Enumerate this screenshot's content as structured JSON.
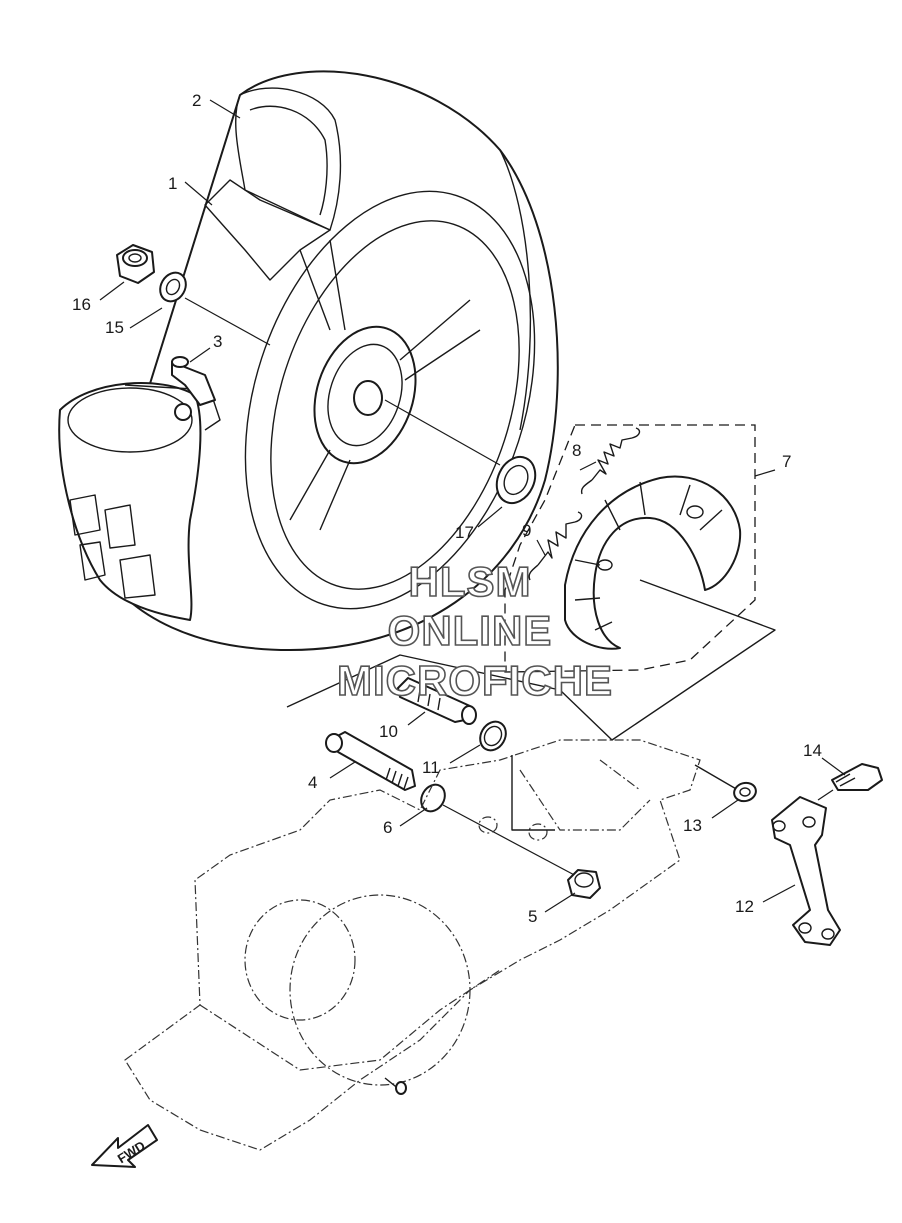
{
  "watermark": {
    "line1": "HLSM",
    "line2": "ONLINE",
    "line3": "MICROFICHE"
  },
  "direction_arrow": {
    "label": "FWD"
  },
  "callouts": [
    "1",
    "2",
    "3",
    "4",
    "5",
    "6",
    "7",
    "8",
    "9",
    "10",
    "11",
    "12",
    "13",
    "14",
    "15",
    "16",
    "17"
  ]
}
